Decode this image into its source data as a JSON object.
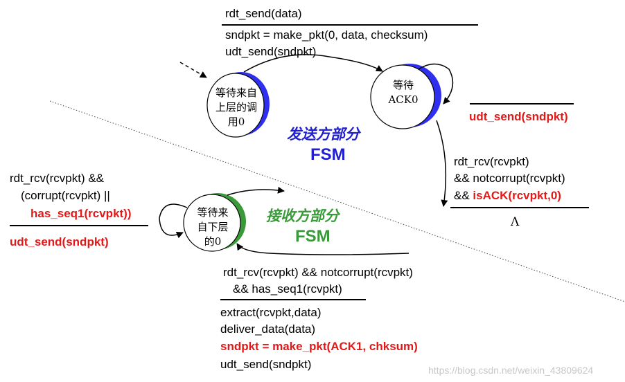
{
  "sender": {
    "title_cn": "发送方部分",
    "title_en": "FSM",
    "state_wait_call": [
      "等待来自",
      "上层的调",
      "用0"
    ],
    "state_wait_ack": [
      "等待",
      "ACK0"
    ],
    "trans_send": {
      "event": "rdt_send(data)",
      "action1": "sndpkt = make_pkt(0,  data, checksum)",
      "action2": "udt_send(sndpkt)"
    },
    "self_loop_action": "udt_send(sndpkt)",
    "trans_ack": {
      "line1": "rdt_rcv(rcvpkt)",
      "line2": "&& notcorrupt(rcvpkt)",
      "line3_prefix": "&& ",
      "line3_red": "isACK(rcvpkt,0)",
      "action": "Λ"
    }
  },
  "receiver": {
    "title_cn": "接收方部分",
    "title_en": "FSM",
    "state_wait": [
      "等待来",
      "自下层",
      "的0"
    ],
    "self_loop": {
      "line1": "rdt_rcv(rcvpkt) &&",
      "line2": "(corrupt(rcvpkt) ||",
      "line3_red": "has_seq1(rcvpkt))",
      "action_red": "udt_send(sndpkt)"
    },
    "trans_receive": {
      "line1": "rdt_rcv(rcvpkt) && notcorrupt(rcvpkt)",
      "line2": "&& has_seq1(rcvpkt)",
      "action1": "extract(rcvpkt,data)",
      "action2": "deliver_data(data)",
      "action3_red": "sndpkt = make_pkt(ACK1, chksum)",
      "action4": "udt_send(sndpkt)"
    }
  },
  "watermark": "https://blog.csdn.net/weixin_43809624",
  "colors": {
    "sender_accent": "#1f1fd0",
    "receiver_accent": "#3a9a3a",
    "highlight": "#e11919"
  }
}
